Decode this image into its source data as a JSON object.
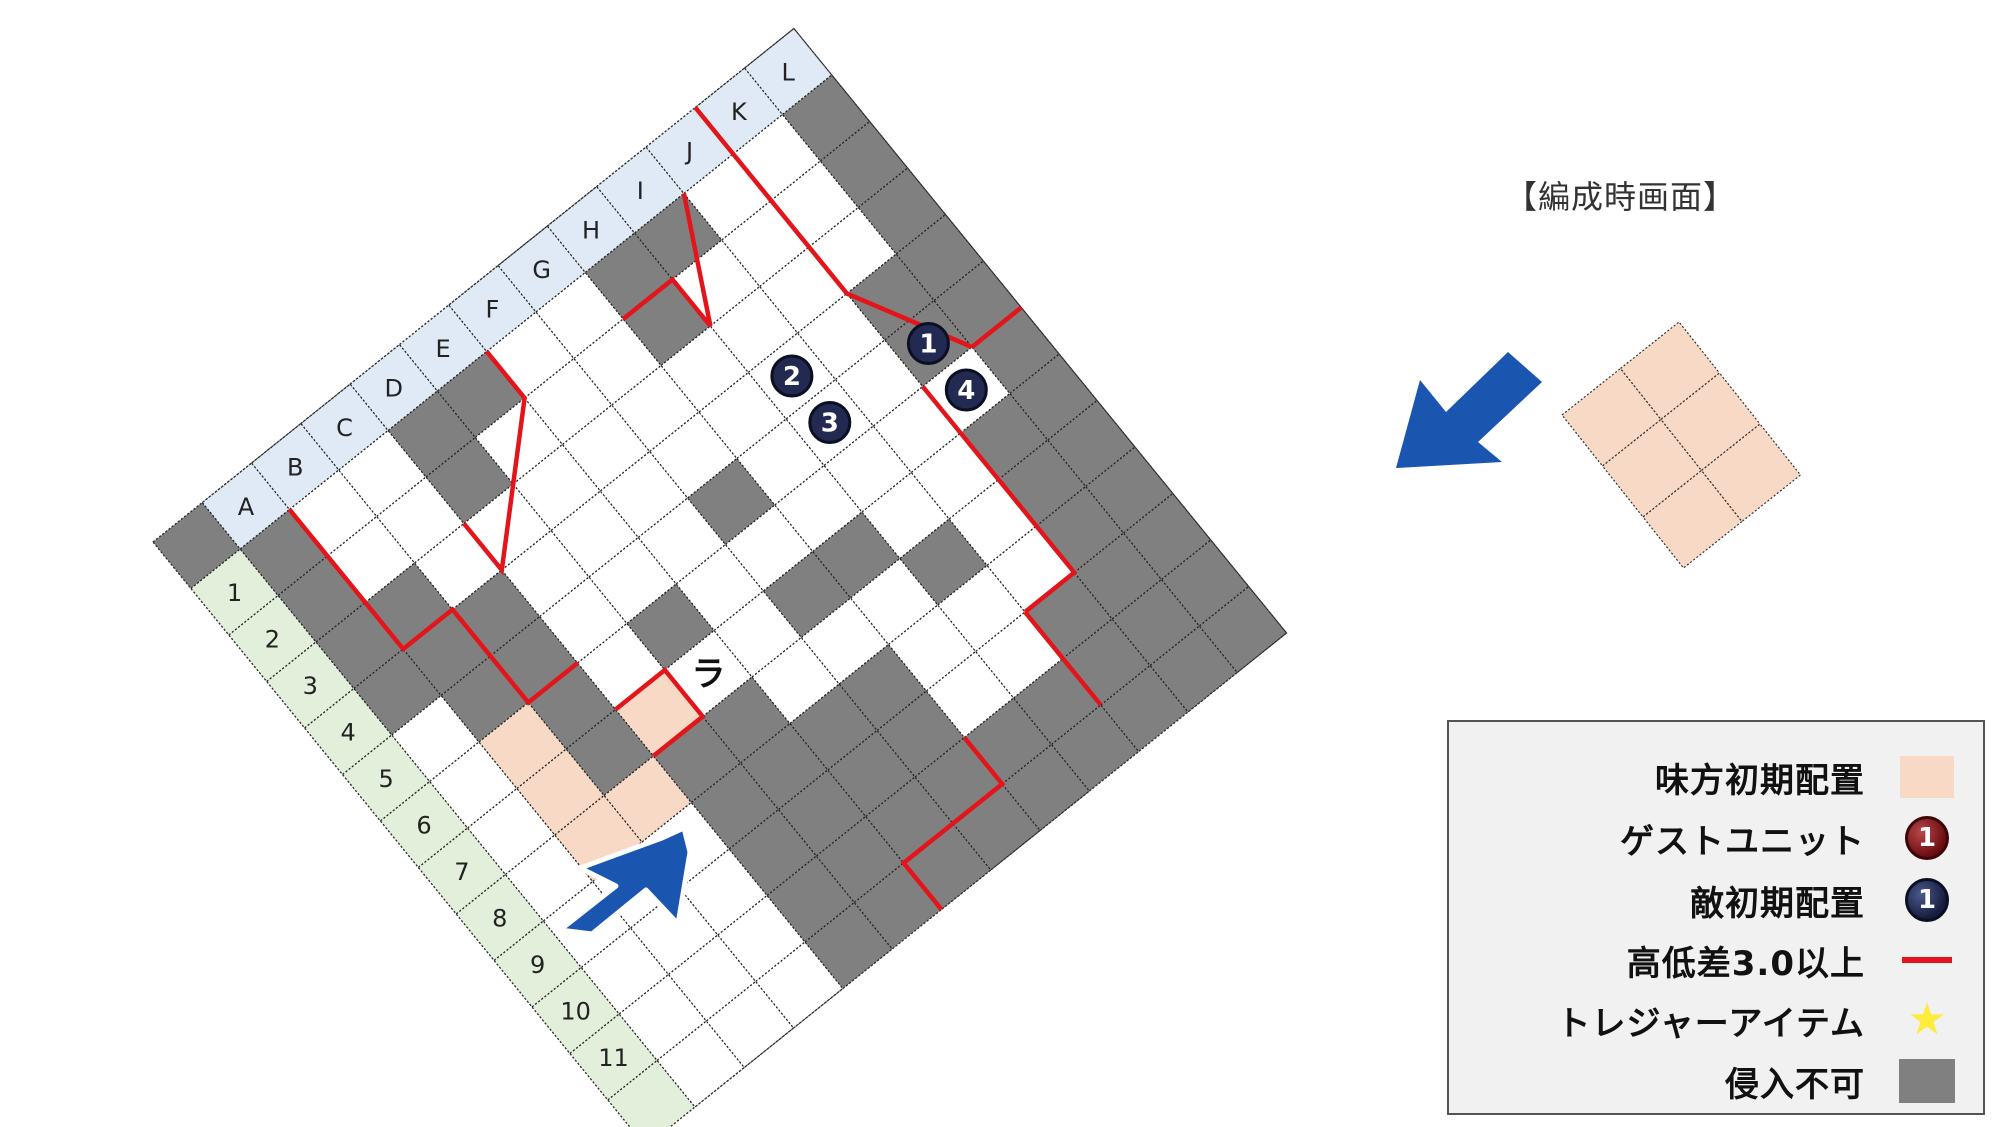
{
  "formation_title": "【編成時画面】",
  "map": {
    "col_labels": [
      "A",
      "B",
      "C",
      "D",
      "E",
      "F",
      "G",
      "H",
      "I",
      "J",
      "K",
      "L"
    ],
    "row_labels": [
      "1",
      "2",
      "3",
      "4",
      "5",
      "6",
      "7",
      "8",
      "9",
      "10",
      "11"
    ],
    "placed_units": [
      {
        "number": "2",
        "kind": "enemy"
      },
      {
        "number": "3",
        "kind": "enemy"
      },
      {
        "number": "1",
        "kind": "enemy"
      },
      {
        "number": "4",
        "kind": "enemy"
      }
    ],
    "grid_note": "ラ",
    "colors": {
      "floor": "#ffffff",
      "blocked": "#808080",
      "ally_start": "#f8d9c5",
      "high_step": "#e3151a",
      "col_header": "#dfeaf6",
      "row_header": "#e2efda",
      "arrow": "#1a56b0"
    }
  },
  "legend": {
    "items": [
      {
        "label": "味方初期配置",
        "marker": "ally-swatch"
      },
      {
        "label": "ゲストユニット",
        "marker": "guest-unit-icon",
        "symbol": "1"
      },
      {
        "label": "敵初期配置",
        "marker": "enemy-unit-icon",
        "symbol": "1"
      },
      {
        "label": "高低差3.0以上",
        "marker": "red-line"
      },
      {
        "label": "トレジャーアイテム",
        "marker": "star-icon",
        "symbol": "★"
      },
      {
        "label": "侵入不可",
        "marker": "blocked-swatch"
      }
    ]
  }
}
